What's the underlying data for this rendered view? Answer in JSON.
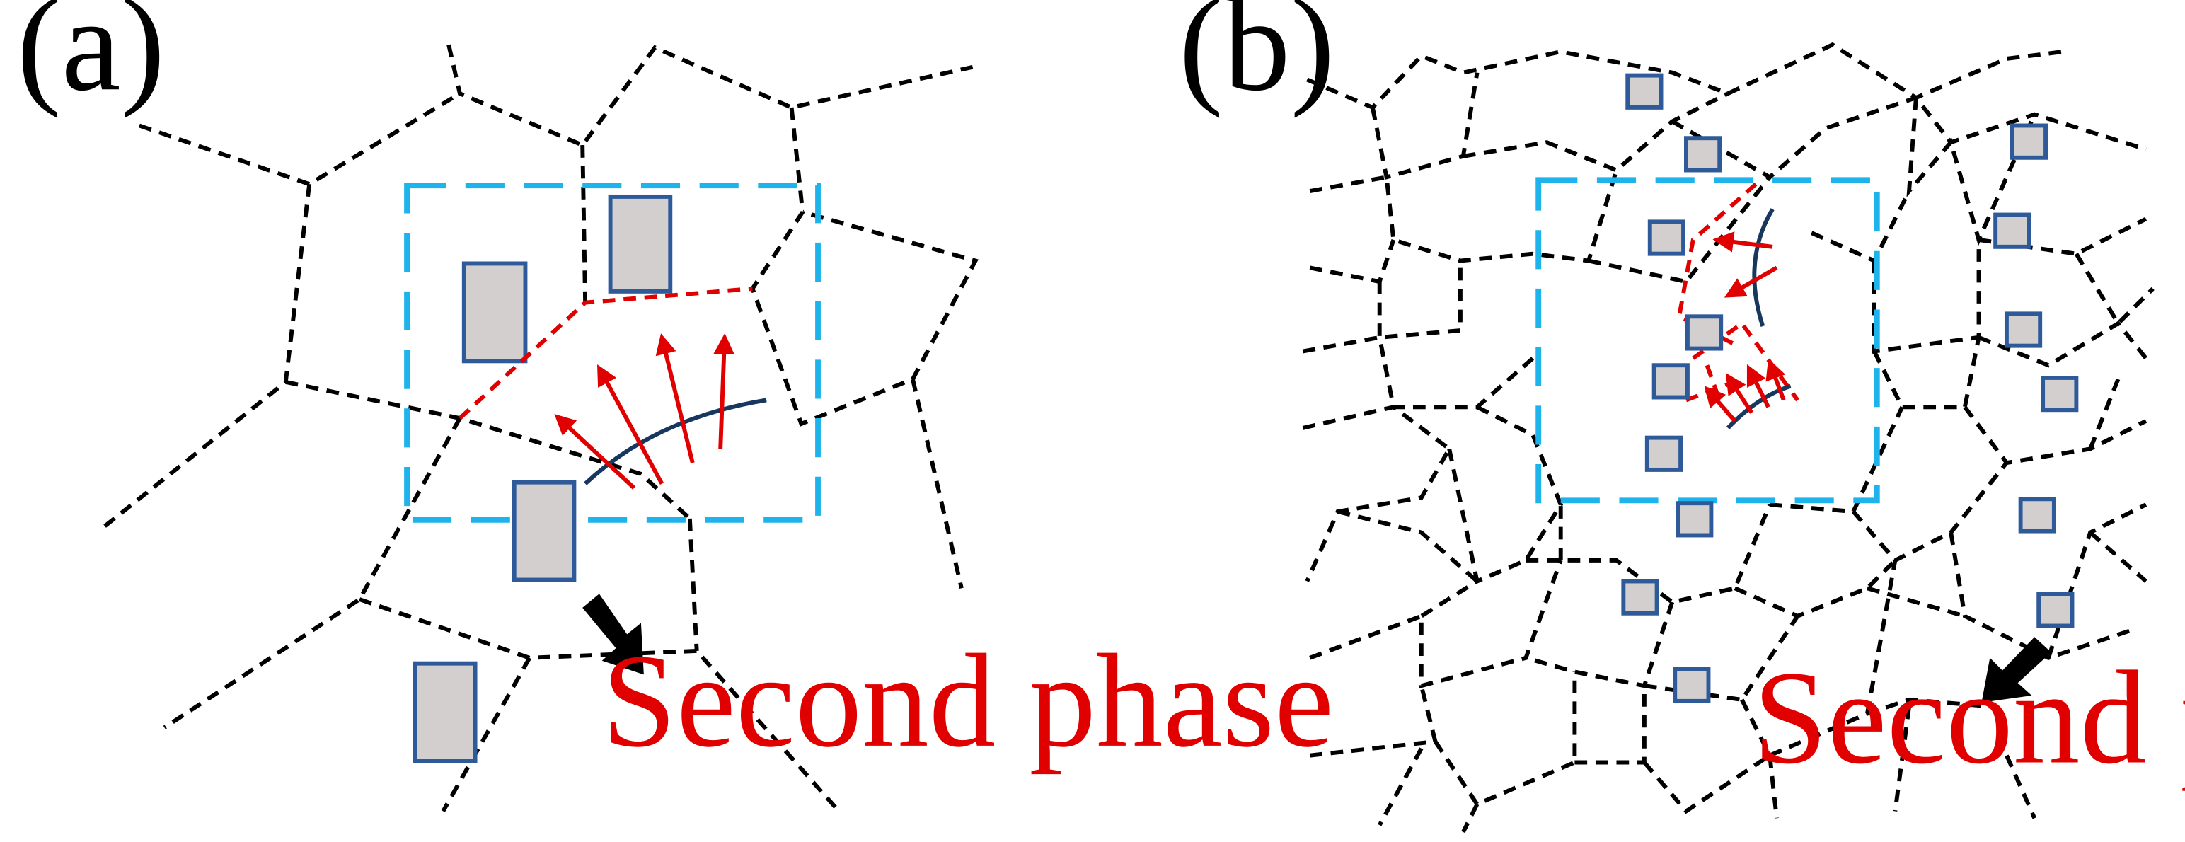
{
  "panels": [
    {
      "label": "(a)",
      "annotation": "Second phase"
    },
    {
      "label": "(b)",
      "annotation": "Second phase"
    }
  ],
  "colors": {
    "grain_boundary": "#000000",
    "focus_box": "#1EB4EB",
    "migrating_boundary": "#E00000",
    "arrow": "#E00000",
    "bowing_boundary": "#17375E",
    "particle_fill": "#D3CFCF",
    "particle_stroke": "#2E5A9A",
    "pointer": "#000000",
    "annotation_text": "#E00000"
  }
}
